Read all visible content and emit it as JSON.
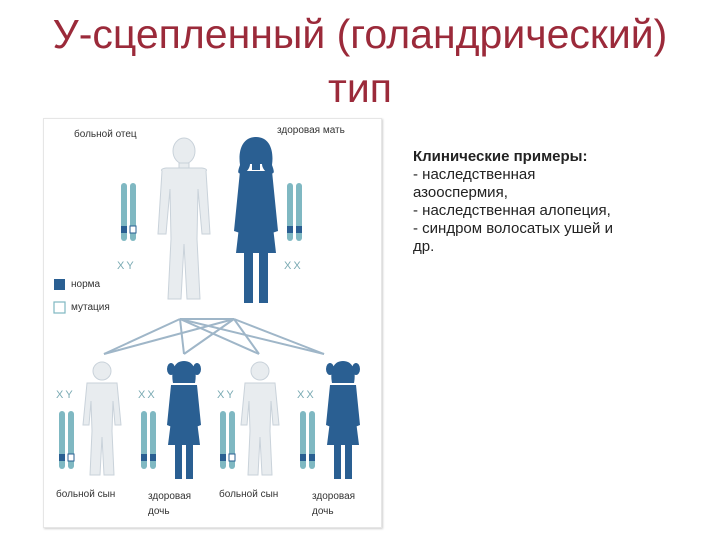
{
  "title": {
    "line1": "У-сцепленный (голандрический)",
    "line2": "тип"
  },
  "pedigree": {
    "labels": {
      "sick_father": "больной отец",
      "healthy_mother": "здоровая мать",
      "sick_son_1": "больной сын",
      "healthy_daughter_1": "здоровая дочь",
      "sick_son_2": "больной сын",
      "healthy_daughter_2": "здоровая дочь"
    },
    "chromosome_labels": {
      "father": "XY",
      "mother": "XX",
      "son_1": "XY",
      "daughter_1": "XX",
      "son_2": "XY",
      "daughter_2": "XX"
    },
    "legend": {
      "norm": "норма",
      "mutation": "мутация"
    },
    "colors": {
      "normal": "#2a5f92",
      "mutation": "#ffffff",
      "male_figure": "#e8ecef",
      "female_figure": "#2a5f92",
      "chromosome": "#7fb8c2",
      "lines": "#9fb6c8"
    }
  },
  "side": {
    "title": "Клинические примеры:",
    "items": [
      "- наследственная\nазооспермия,",
      "- наследственная алопеция,",
      "- синдром волосатых ушей и\nдр."
    ]
  }
}
